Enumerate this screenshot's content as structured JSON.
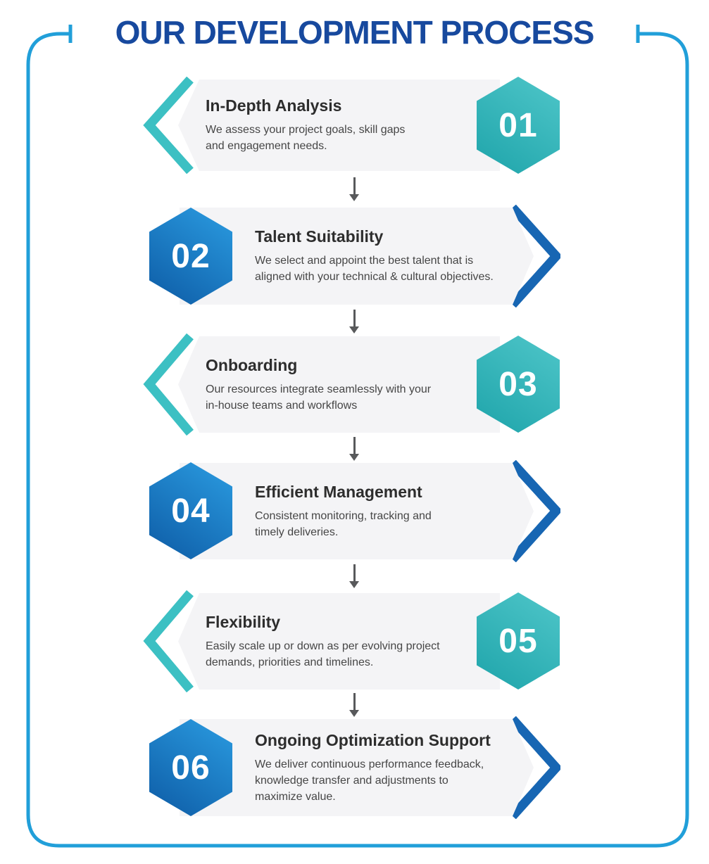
{
  "header": {
    "title": "OUR DEVELOPMENT PROCESS"
  },
  "steps": [
    {
      "number": "01",
      "title": "In-Depth Analysis",
      "description_lines": [
        "We assess your project goals, skill gaps",
        "and engagement needs."
      ]
    },
    {
      "number": "02",
      "title": "Talent Suitability",
      "description_lines": [
        "We select and appoint the best talent that is",
        "aligned with your technical & cultural objectives."
      ]
    },
    {
      "number": "03",
      "title": "Onboarding",
      "description_lines": [
        "Our resources integrate seamlessly with your",
        "in-house teams and workflows"
      ]
    },
    {
      "number": "04",
      "title": "Efficient Management",
      "description_lines": [
        "Consistent monitoring, tracking and",
        "timely deliveries."
      ]
    },
    {
      "number": "05",
      "title": "Flexibility",
      "description_lines": [
        "Easily scale up or down as per evolving project",
        "demands, priorities and timelines."
      ]
    },
    {
      "number": "06",
      "title": "Ongoing Optimization Support",
      "description_lines": [
        "We deliver continuous performance feedback,",
        "knowledge transfer and adjustments to",
        "maximize value."
      ]
    }
  ],
  "colors": {
    "title-navy": "#17499e",
    "border-blue": "#219fd9",
    "teal": "#3cc0c3",
    "teal-hex-light": "#4fc6c9",
    "teal-hex-dark": "#1ea4aa",
    "blue": "#1766b3",
    "blue-hex-light": "#2b9ce1",
    "blue-hex-dark": "#0d5ba5",
    "card-bg": "#f4f4f6",
    "step-title": "#2d2d2d",
    "step-desc": "#464646",
    "connector-gray": "#58595b"
  }
}
